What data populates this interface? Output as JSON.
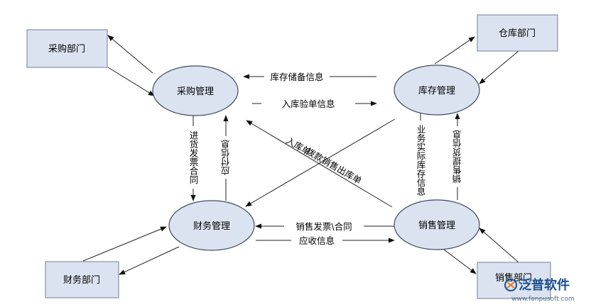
{
  "nodes": {
    "purchase_dept": "采购部门",
    "purchase_mgmt": "采购管理",
    "warehouse_dept": "仓库部门",
    "inventory_mgmt": "库存管理",
    "finance_mgmt": "财务管理",
    "sales_mgmt": "销售管理",
    "finance_dept": "财务部门",
    "sales_dept": "销售部门"
  },
  "edges": {
    "inventory_storage_info": "库存储备信息",
    "stock_in_check_info": "入库验单信息",
    "purchase_invoice_contract": "进货发票合同",
    "payable_info": "应付信息",
    "stock_in_doc": "入库单",
    "appropriation_sales_doc": "拨款销售出库单",
    "sales_actual_stock_info": "业务实际库存信息",
    "sales_delivery_info": "销售提货信息",
    "sales_invoice_contract": "销售发票\\合同",
    "receivable_info": "应收信息"
  },
  "watermark": {
    "brand": "泛普软件",
    "url": "www.fanpusoft.com"
  }
}
